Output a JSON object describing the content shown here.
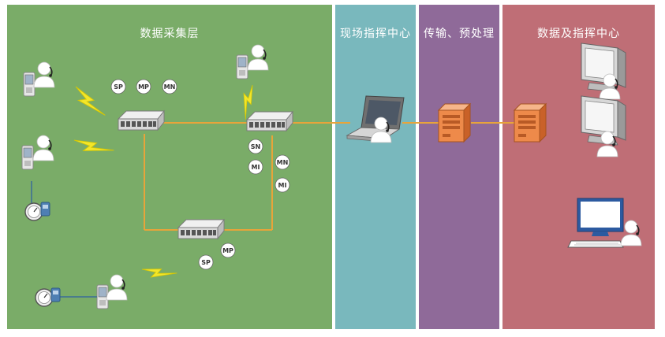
{
  "panels": [
    {
      "id": "data-collection-layer",
      "title": "数据采集层",
      "color": "#7aac68"
    },
    {
      "id": "field-command-center",
      "title": "现场指挥中心",
      "color": "#79b8bd"
    },
    {
      "id": "transmission-preprocessing",
      "title": "传输、预处理",
      "color": "#8f6a99"
    },
    {
      "id": "data-command-center",
      "title": "数据及指挥中心",
      "color": "#bf6e76"
    }
  ],
  "badges": {
    "switch1": [
      "SP",
      "MP",
      "MN"
    ],
    "switch2": [
      "SN",
      "MN",
      "MI",
      "MI"
    ],
    "switch3": [
      "MP",
      "SP"
    ]
  },
  "colors": {
    "link_line": "#e8a43a",
    "wireless": "#f2e62a",
    "device_line": "#4a7c8c"
  }
}
